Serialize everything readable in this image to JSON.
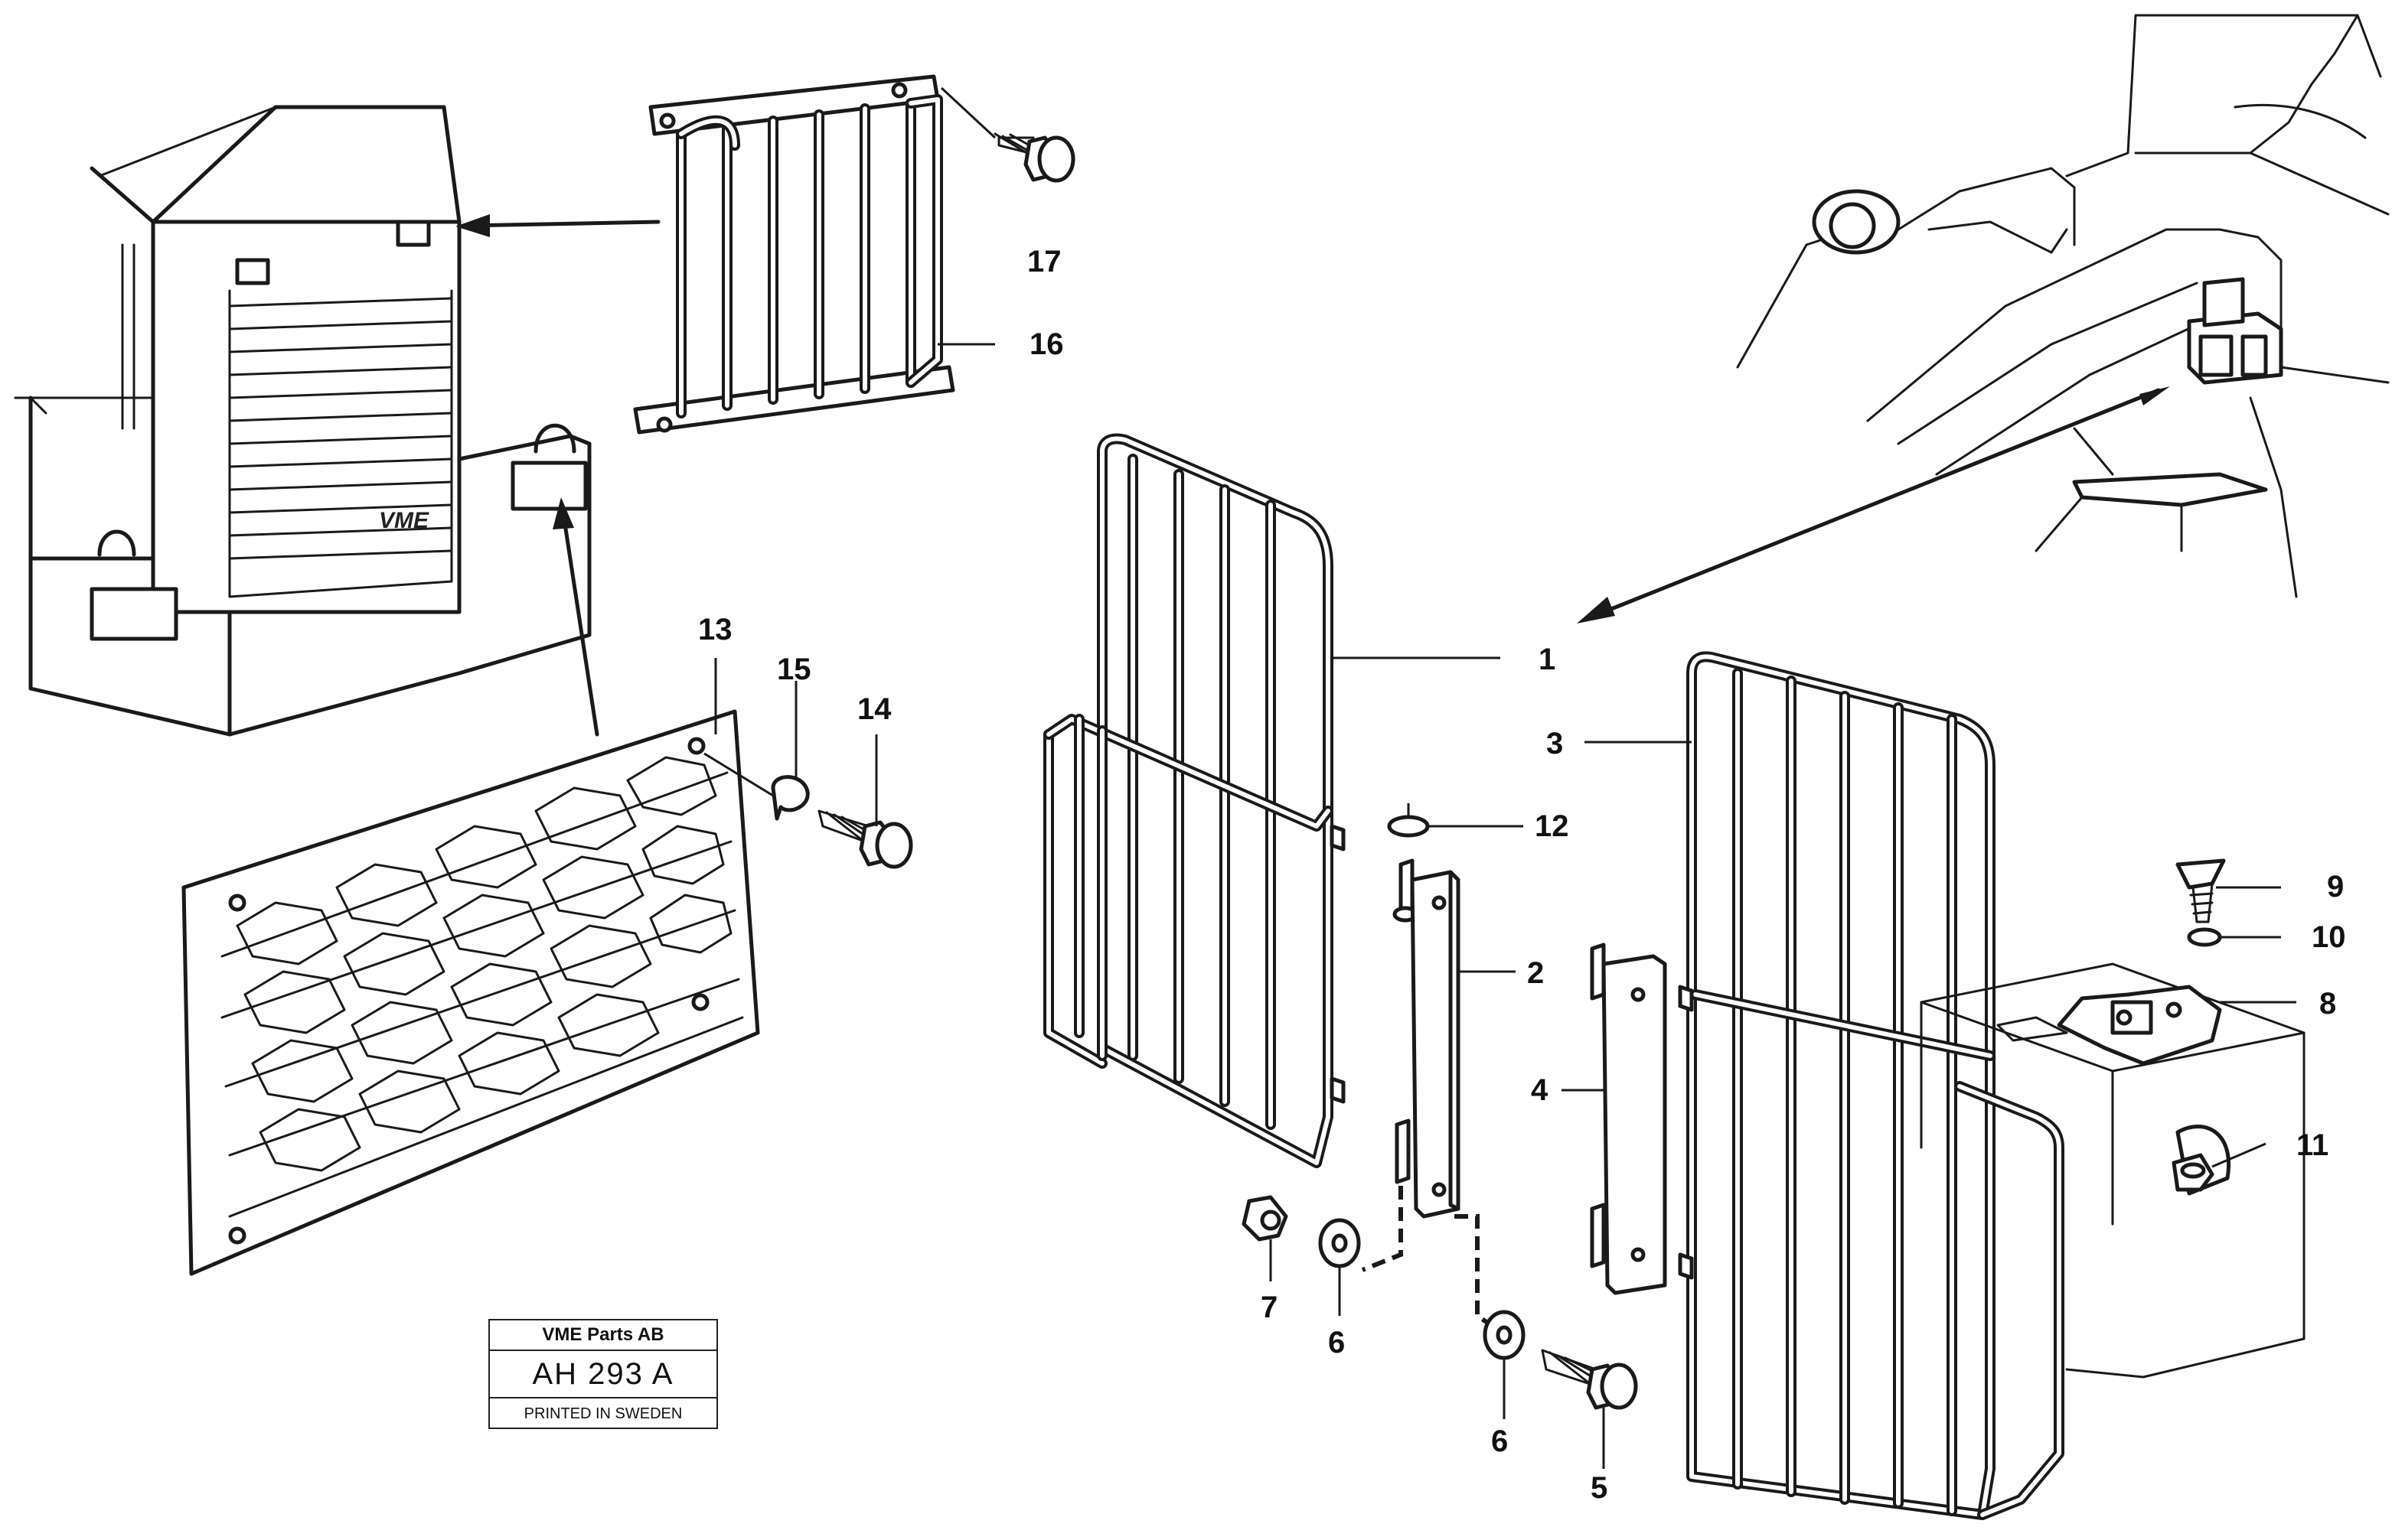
{
  "callouts": [
    "1",
    "2",
    "3",
    "4",
    "5",
    "6",
    "6",
    "7",
    "8",
    "9",
    "10",
    "11",
    "12",
    "13",
    "14",
    "15",
    "16",
    "17"
  ],
  "label_box": {
    "company": "VME Parts AB",
    "code": "AH 293  A",
    "printed": "PRINTED IN SWEDEN"
  }
}
